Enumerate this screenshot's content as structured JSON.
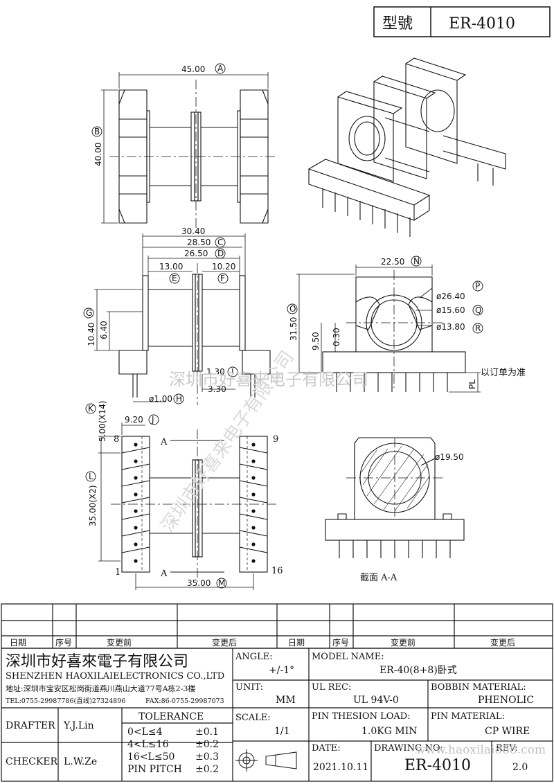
{
  "title_box": {
    "label": "型號",
    "value": "ER-4010"
  },
  "dimensions": {
    "A": "45.00",
    "B": "40.00",
    "C": "28.50",
    "D": "26.50",
    "E": "13.00",
    "F": "10.20",
    "G": "6.40",
    "H": "ø1.00",
    "I": "1.30",
    "J": "9.20",
    "K": "5.00(X14)",
    "L": "35.00(X2)",
    "M": "35.00",
    "N": "22.50",
    "O": "31.50",
    "P": "ø26.40",
    "Q": "ø15.60",
    "R": "ø13.80",
    "w_30_40": "30.40",
    "h_10_40": "10.40",
    "w_3_30": "3.30",
    "h_9_50": "9.50",
    "h_0_30": "0.30",
    "d_19_50": "ø19.50"
  },
  "circles": {
    "A": "A",
    "B": "B",
    "C": "C",
    "D": "D",
    "E": "E",
    "F": "F",
    "G": "G",
    "H": "H",
    "I": "I",
    "J": "J",
    "K": "K",
    "L": "L",
    "M": "M",
    "N": "N",
    "O": "O",
    "P": "P",
    "Q": "Q",
    "R": "R"
  },
  "pins": {
    "p1": "1",
    "p8": "8",
    "p9": "9",
    "p16": "16"
  },
  "section": {
    "marker": "A",
    "caption": "截面 A-A"
  },
  "pl_label": "PL",
  "pl_note": "以订单为准",
  "watermark": "深圳市好喜来电子有限公司",
  "watermark2": "深圳市好喜来电子有限公司",
  "revision_headers": [
    "日期",
    "序号",
    "变更前",
    "变更后",
    "日期",
    "序号",
    "变更前",
    "变更后"
  ],
  "company": {
    "cn": "深圳市好喜來電子有限公司",
    "en": "SHENZHEN HAOXILAIELECTRONICS CO.,LTD",
    "address": "地址:深圳市宝安区松岗街道燕川燕山大道77号A栋2-3楼",
    "tel": "TEL:0755-29987786(直线)27324896",
    "fax": "FAX:86-0755-29987073"
  },
  "title_block": {
    "angle_label": "ANGLE:",
    "angle_value": "+/-1°",
    "model_label": "MODEL NAME:",
    "model_value": "ER-40(8+8)卧式",
    "unit_label": "UNIT:",
    "unit_value": "MM",
    "ul_label": "UL REC:",
    "ul_value": "UL 94V-0",
    "bobbin_label": "BOBBIN MATERIAL:",
    "bobbin_value": "PHENOLIC",
    "scale_label": "SCALE:",
    "scale_value": "1/1",
    "pinload_label": "PIN THESION LOAD:",
    "pinload_value": "1.0KG MIN",
    "pinmat_label": "PIN MATERIAL:",
    "pinmat_value": "CP  WIRE",
    "date_label": "DATE:",
    "date_value": "2021.10.11",
    "drawing_label": "DRAWING NO:",
    "drawing_value": "ER-4010",
    "rev_label": "REV:",
    "rev_value": "2.0",
    "drafter_label": "DRAFTER",
    "drafter_value": "Y.J.Lin",
    "checker_label": "CHECKER",
    "checker_value": "L.W.Ze",
    "tolerance_title": "TOLERANCE",
    "tol_rows": [
      {
        "range": "0<L≤4",
        "tol": "±0.1"
      },
      {
        "range": "4<L≤16",
        "tol": "±0.2"
      },
      {
        "range": "16<L≤50",
        "tol": "±0.3"
      },
      {
        "range": "PIN PITCH",
        "tol": "±0.2"
      }
    ],
    "url": "www.haoxilai888.com"
  }
}
